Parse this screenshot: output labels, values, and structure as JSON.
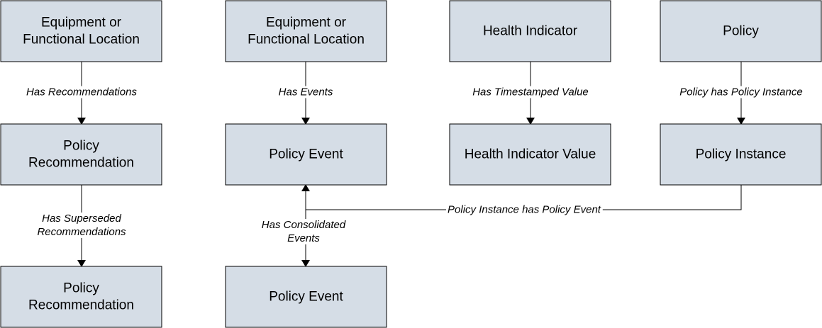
{
  "nodes": {
    "equipment_1": [
      "Equipment or",
      "Functional Location"
    ],
    "equipment_2": [
      "Equipment or",
      "Functional Location"
    ],
    "health_indicator": [
      "Health Indicator"
    ],
    "policy": [
      "Policy"
    ],
    "policy_recommendation_1": [
      "Policy",
      "Recommendation"
    ],
    "policy_event_1": [
      "Policy Event"
    ],
    "health_indicator_value": [
      "Health Indicator Value"
    ],
    "policy_instance": [
      "Policy Instance"
    ],
    "policy_recommendation_2": [
      "Policy",
      "Recommendation"
    ],
    "policy_event_2": [
      "Policy Event"
    ]
  },
  "edges": {
    "has_recommendations": [
      "Has Recommendations"
    ],
    "has_events": [
      "Has Events"
    ],
    "has_timestamped_value": [
      "Has Timestamped Value"
    ],
    "policy_has_policy_instance": [
      "Policy has Policy Instance"
    ],
    "has_superseded_recommendations": [
      "Has Superseded",
      "Recommendations"
    ],
    "has_consolidated_events": [
      "Has Consolidated",
      "Events"
    ],
    "policy_instance_has_policy_event": [
      "Policy Instance has Policy Event"
    ]
  }
}
